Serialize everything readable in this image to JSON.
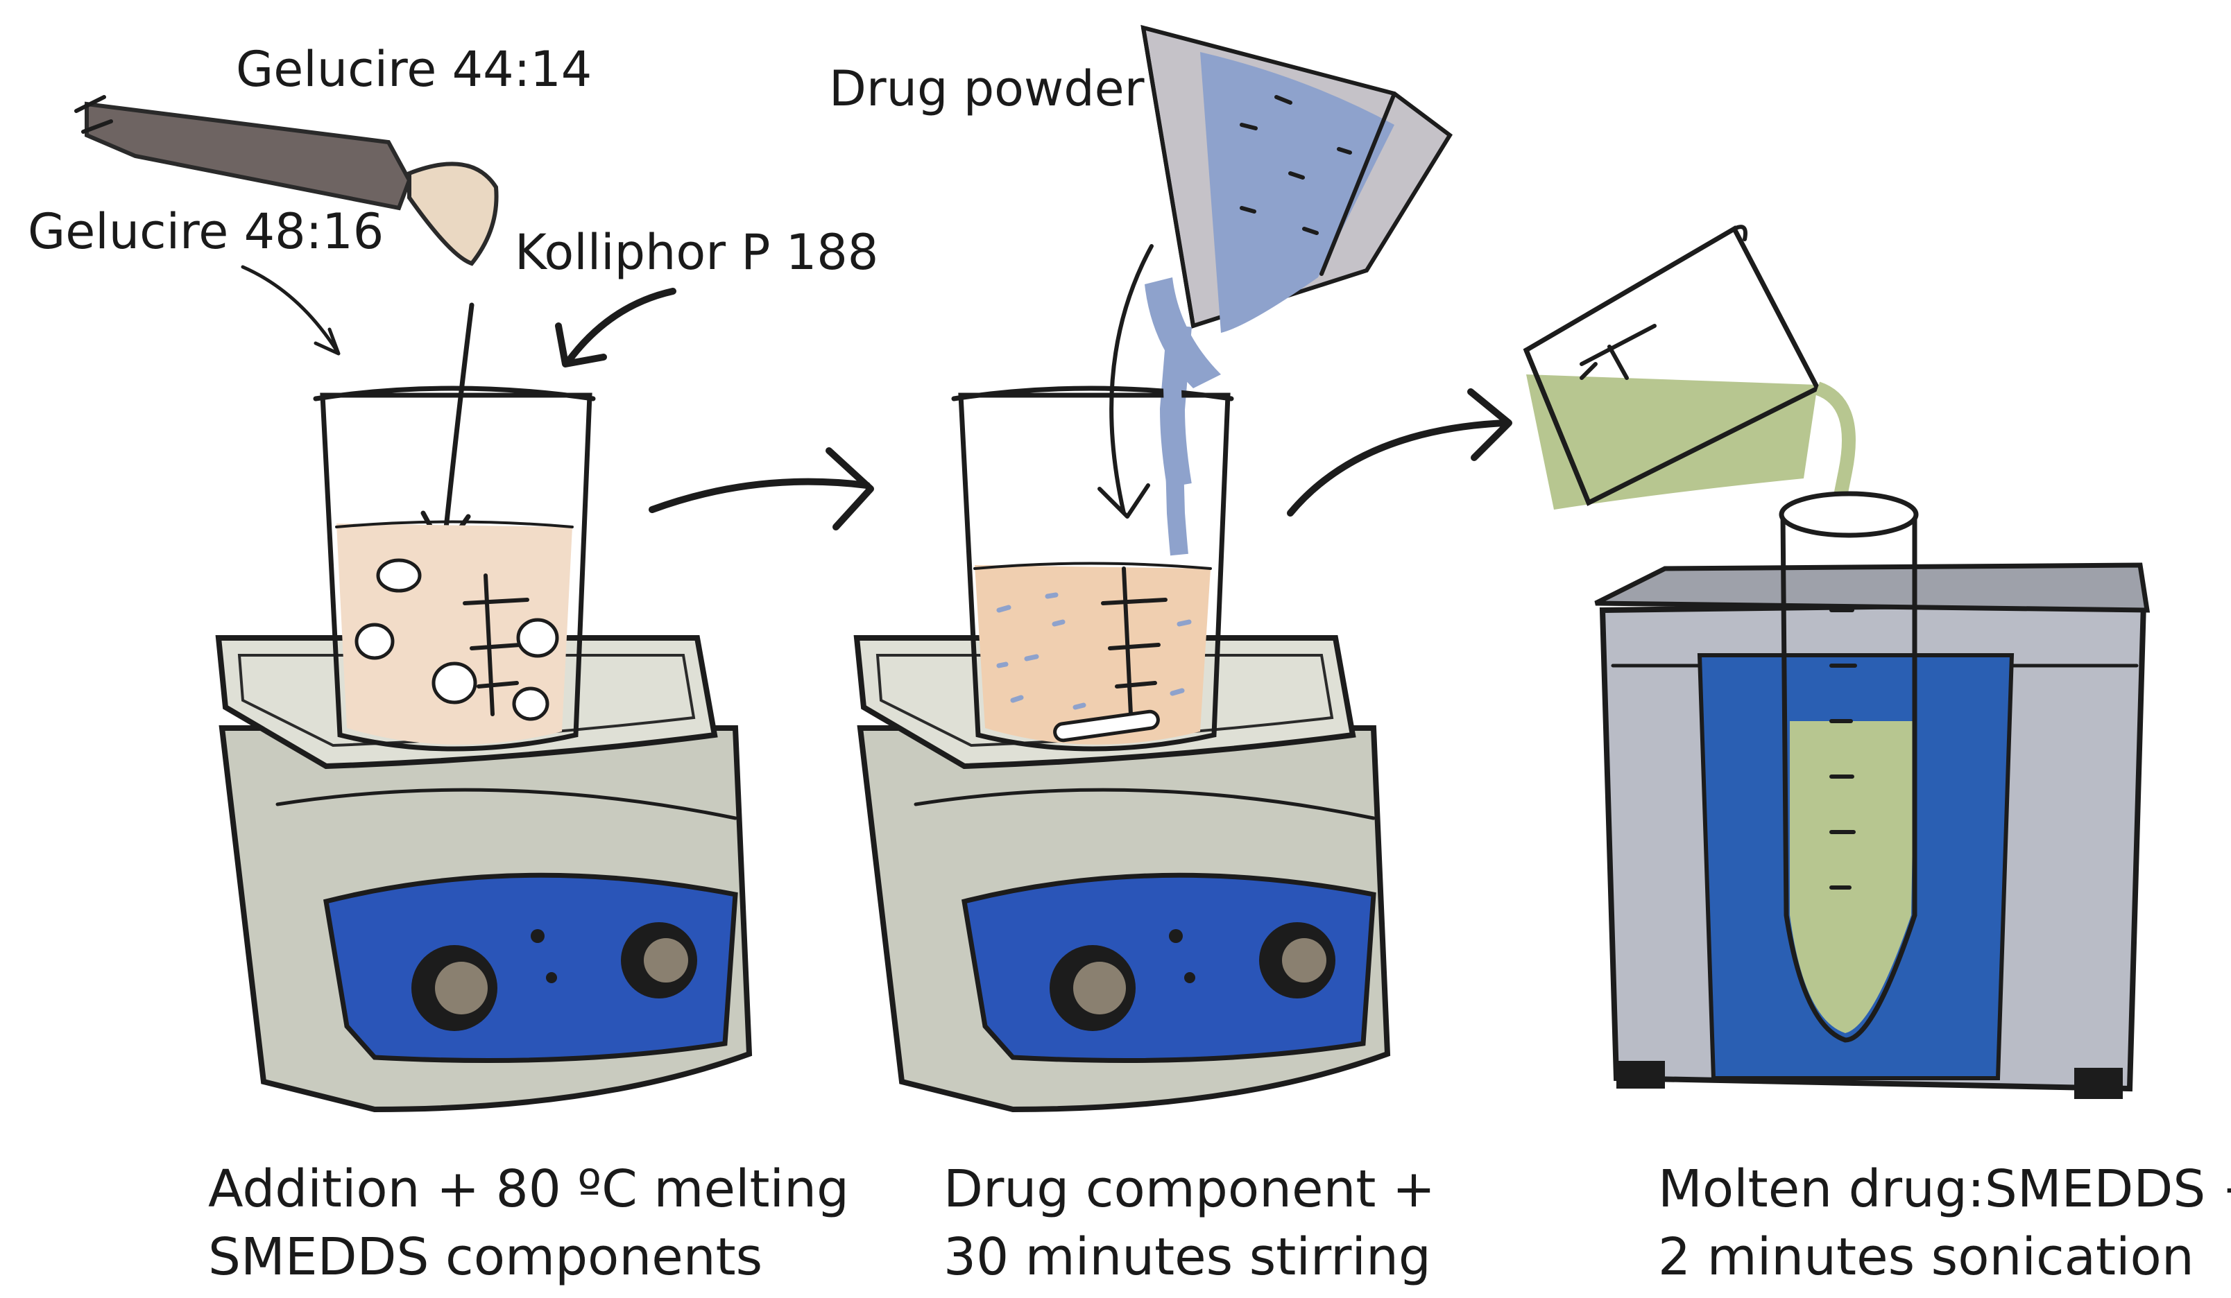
{
  "labels": {
    "gelucire_44": "Gelucire 44:14",
    "gelucire_48": "Gelucire 48:16",
    "kolliphor": "Kolliphor P 188",
    "drug_powder": "Drug powder"
  },
  "steps": [
    {
      "line1": "Addition + 80 ºC melting",
      "line2": "SMEDDS components"
    },
    {
      "line1": "Drug component +",
      "line2": "30 minutes stirring"
    },
    {
      "line1": "Molten drug:SMEDDS +",
      "line2": "2 minutes sonication"
    }
  ],
  "colors": {
    "hotplate_body": "#c9cbbf",
    "hotplate_panel": "#2a55b8",
    "knob": "#8a8070",
    "melt_liquid": "#f2dcc8",
    "stir_liquid": "#f0cfb0",
    "drug_powder": "#8ea2cc",
    "smedds_liquid": "#b7c690",
    "bath_body": "#b9bcc6",
    "bath_water": "#2a5fb3",
    "stick_dark": "#6e6462",
    "stick_light": "#ead8c2"
  }
}
